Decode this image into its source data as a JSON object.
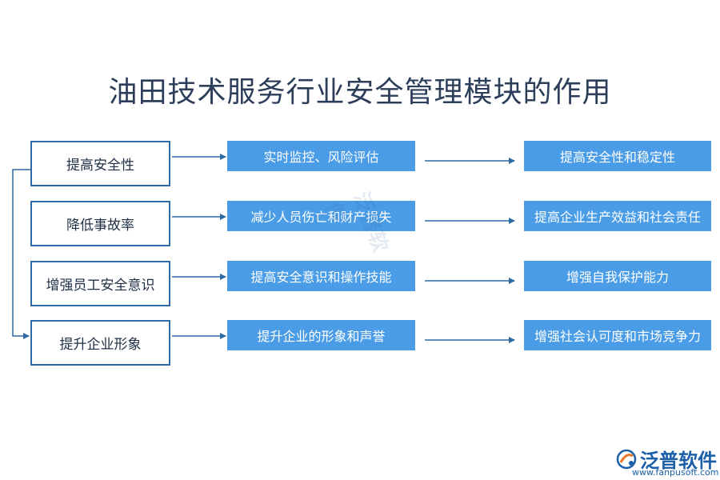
{
  "title": "油田技术服务行业安全管理模块的作用",
  "rows": [
    {
      "label": "提高安全性",
      "action": "实时监控、风险评估",
      "result": "提高安全性和稳定性"
    },
    {
      "label": "降低事故率",
      "action": "减少人员伤亡和财产损失",
      "result": "提高企业生产效益和社会责任"
    },
    {
      "label": "增强员工安全意识",
      "action": "提高安全意识和操作技能",
      "result": "增强自我保护能力"
    },
    {
      "label": "提升企业形象",
      "action": "提升企业的形象和声誉",
      "result": "增强社会认可度和市场竞争力"
    }
  ],
  "watermark": "泛普软件",
  "logo": {
    "name": "泛普软件",
    "url": "www.fanpusoft.com",
    "icon": "fanpu-logo-icon"
  },
  "colors": {
    "outline": "#2e6aa3",
    "fill": "#4a9ce6",
    "arrow": "#2e6aa3",
    "title": "#2c3e5a"
  }
}
